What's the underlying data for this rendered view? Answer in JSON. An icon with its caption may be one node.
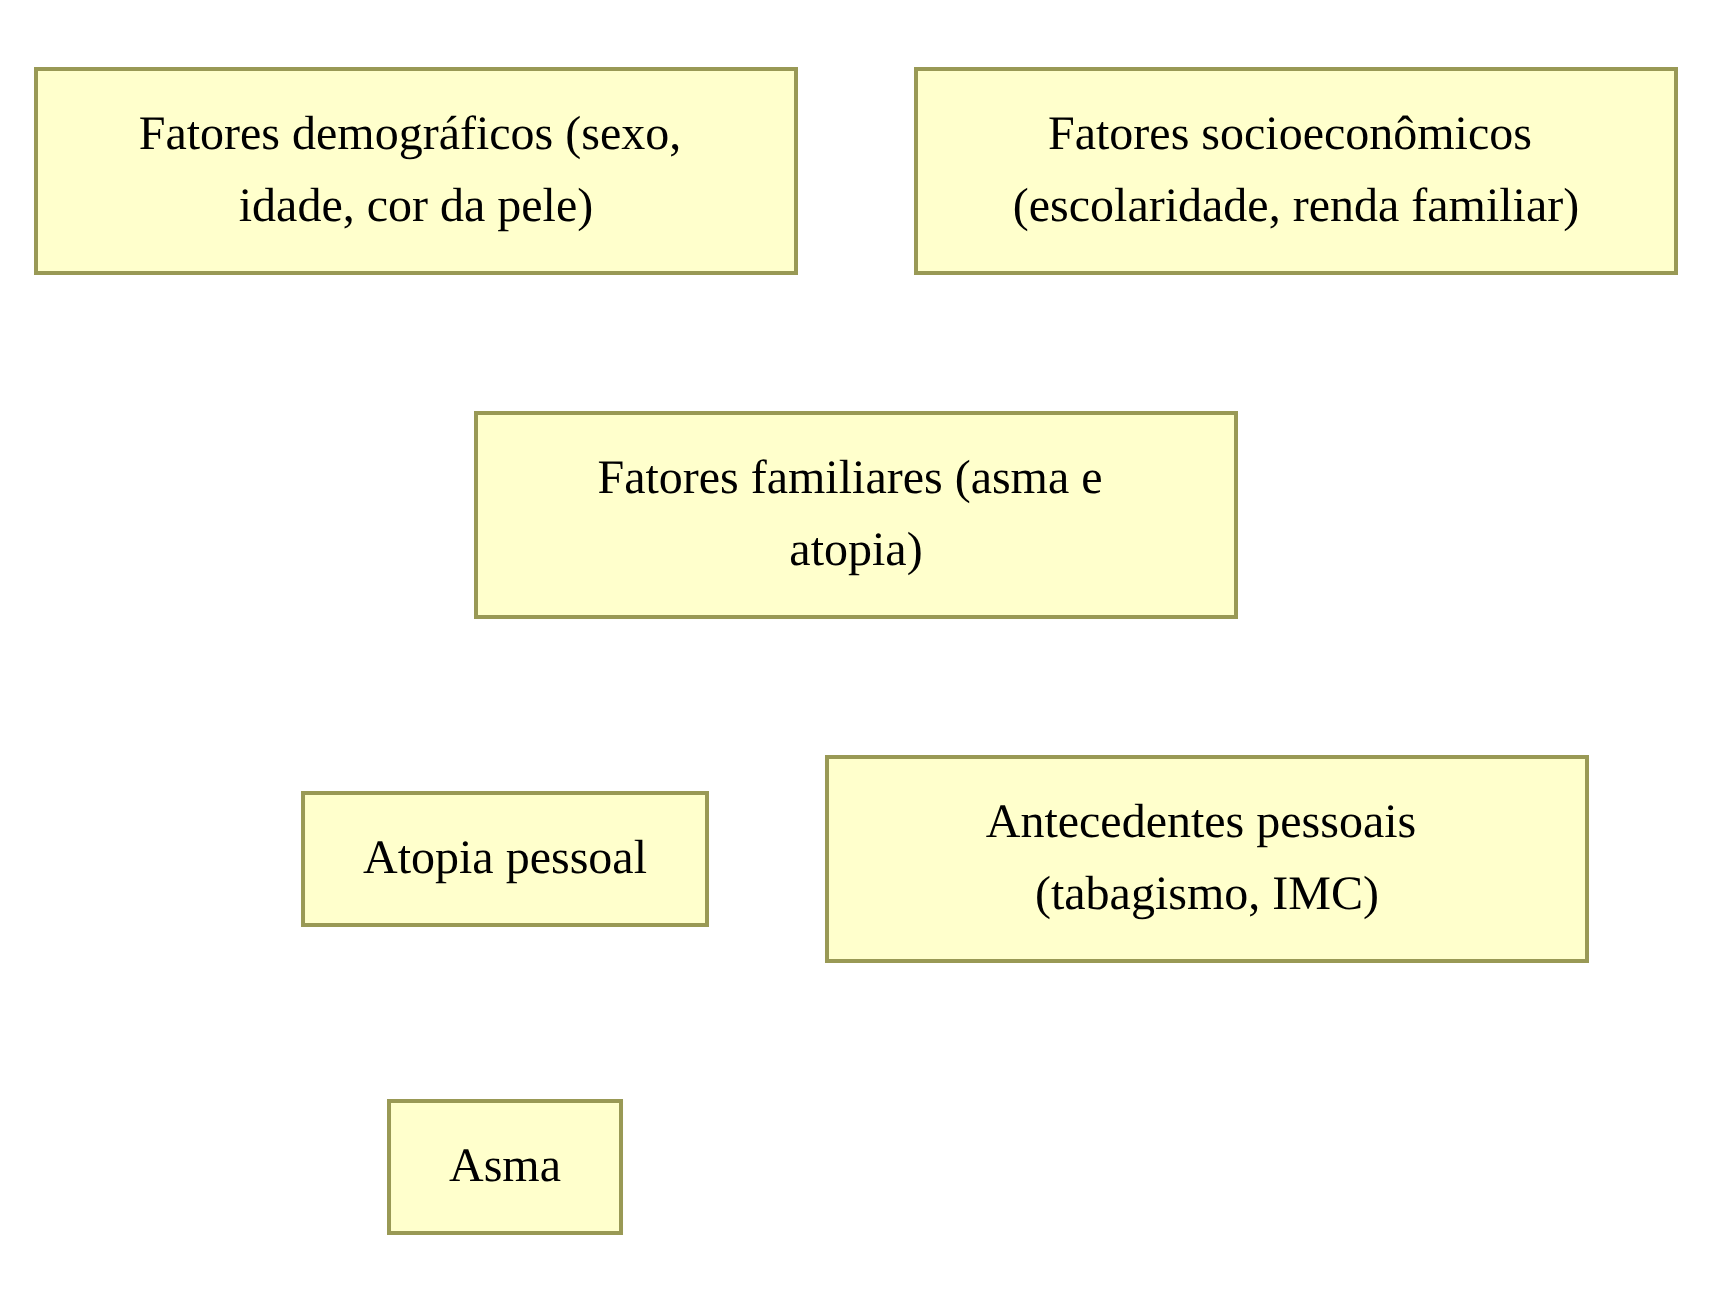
{
  "diagram": {
    "nodes": [
      {
        "text": [
          "Fatores demográficos (sexo, idade, cor da pele)"
        ]
      },
      {
        "text": [
          "Fatores socioeconômicos (escolaridade, renda familiar)"
        ]
      },
      {
        "text": [
          "Fatores familiares (asma e atopia)"
        ]
      },
      {
        "text": [
          "Atopia pessoal"
        ]
      },
      {
        "text": [
          "Antecedentes pessoais (tabagismo, IMC)"
        ]
      },
      {
        "text": [
          "Asma"
        ]
      }
    ]
  }
}
